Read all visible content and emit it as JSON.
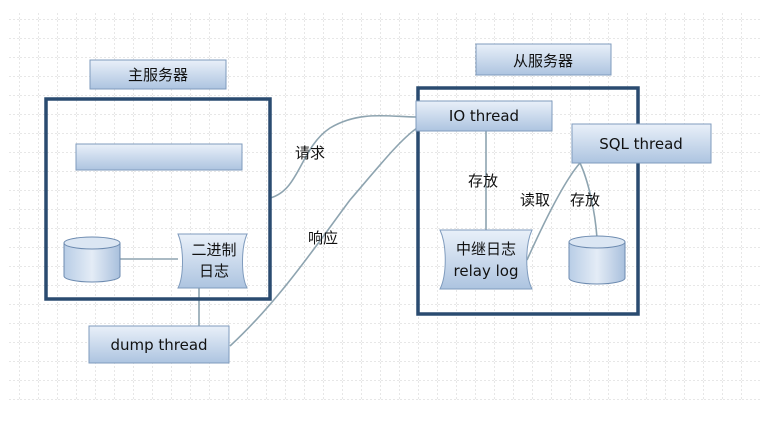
{
  "master": {
    "title": "主服务器",
    "binlog_line1": "二进制",
    "binlog_line2": "日志",
    "dump_thread": "dump thread"
  },
  "slave": {
    "title": "从服务器",
    "io_thread": "IO thread",
    "sql_thread": "SQL thread",
    "relay_line1": "中继日志",
    "relay_line2": "relay log"
  },
  "edges": {
    "request": "请求",
    "response": "响应",
    "store1": "存放",
    "read": "读取",
    "store2": "存放"
  },
  "colors": {
    "grid": "#c9c9c9",
    "box_border": "#2b4a6f",
    "node_fill_top": "#e6eef8",
    "node_fill_bottom": "#b3c8e2",
    "node_border": "#7a96b8",
    "connector": "#8fa3ad"
  }
}
